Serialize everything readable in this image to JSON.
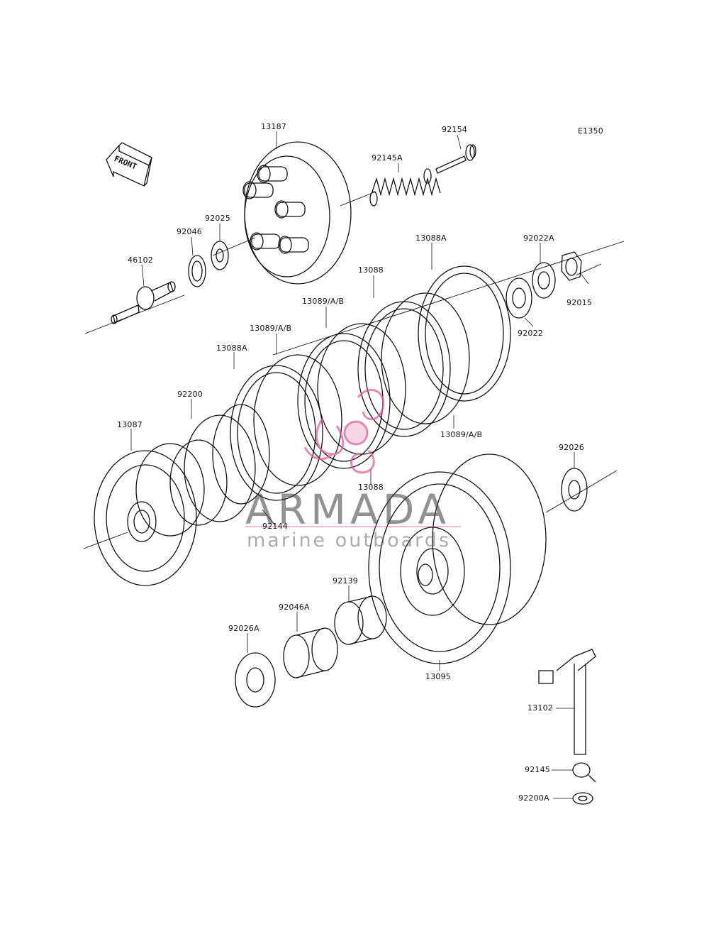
{
  "diagram_code": "E1350",
  "front_arrow_label": "FRONT",
  "watermark": {
    "brand": "ARMADA",
    "tagline": "marine outboards",
    "accent_color": "#e0609a"
  },
  "parts": [
    {
      "id": "p13187",
      "label": "13187"
    },
    {
      "id": "p92154",
      "label": "92154"
    },
    {
      "id": "p92145A",
      "label": "92145A"
    },
    {
      "id": "p92025",
      "label": "92025"
    },
    {
      "id": "p92046",
      "label": "92046"
    },
    {
      "id": "p46102",
      "label": "46102"
    },
    {
      "id": "p13088A_top",
      "label": "13088A"
    },
    {
      "id": "p92022A",
      "label": "92022A"
    },
    {
      "id": "p92015",
      "label": "92015"
    },
    {
      "id": "p92022",
      "label": "92022"
    },
    {
      "id": "p13088_top",
      "label": "13088"
    },
    {
      "id": "p13089_a",
      "label": "13089/A/B"
    },
    {
      "id": "p13089_b",
      "label": "13089/A/B"
    },
    {
      "id": "p13088A_left",
      "label": "13088A"
    },
    {
      "id": "p92200",
      "label": "92200"
    },
    {
      "id": "p13087",
      "label": "13087"
    },
    {
      "id": "p13089_c",
      "label": "13089/A/B"
    },
    {
      "id": "p92026",
      "label": "92026"
    },
    {
      "id": "p13088_bottom",
      "label": "13088"
    },
    {
      "id": "p92144",
      "label": "92144"
    },
    {
      "id": "p92139",
      "label": "92139"
    },
    {
      "id": "p92046A",
      "label": "92046A"
    },
    {
      "id": "p92026A",
      "label": "92026A"
    },
    {
      "id": "p13095",
      "label": "13095"
    },
    {
      "id": "p13102",
      "label": "13102"
    },
    {
      "id": "p92145",
      "label": "92145"
    },
    {
      "id": "p92200A",
      "label": "92200A"
    }
  ]
}
